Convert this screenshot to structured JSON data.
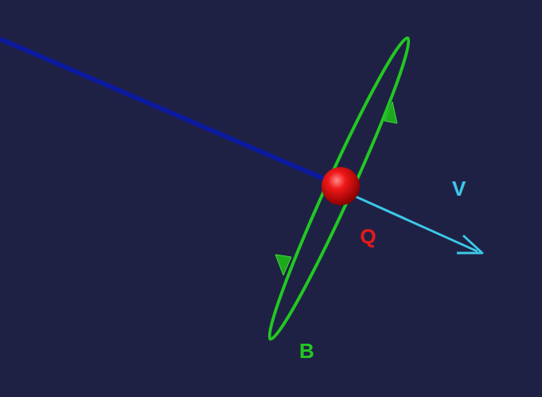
{
  "diagram": {
    "labels": [
      "V",
      "Q",
      "B"
    ]
  }
}
